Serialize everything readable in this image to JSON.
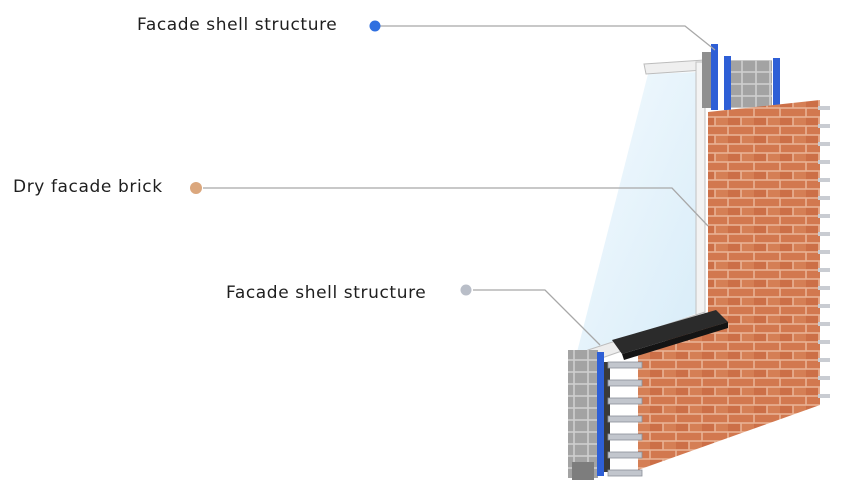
{
  "callouts": [
    {
      "label": "Facade shell structure",
      "color": "#2f6fe0"
    },
    {
      "label": "Dry facade brick",
      "color": "#dba77d"
    },
    {
      "label": "Facade shell structure",
      "color": "#b9bec8"
    }
  ],
  "colors": {
    "brick": "#d2784f",
    "mortar": "#e9b294",
    "block": "#a3a3a3",
    "insulation_rail": "#2e5fd6",
    "glass": "#e6f3fb",
    "frame": "#f2f2f2",
    "sill": "#2b2b2b",
    "leader_line": "#a8a8a8"
  }
}
